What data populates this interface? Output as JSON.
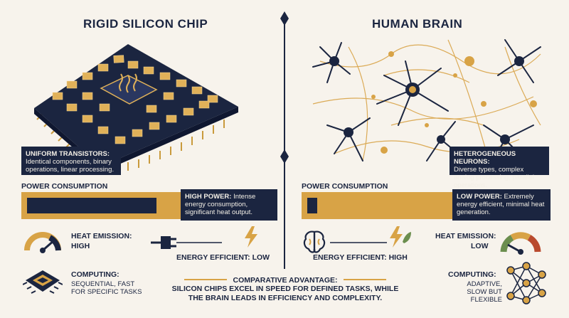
{
  "left": {
    "title": "RIGID SILICON CHIP",
    "desc_title": "UNIFORM TRANSISTORS:",
    "desc_text": "Identical components, binary operations, linear processing.",
    "power_label": "POWER CONSUMPTION",
    "power_box_title": "HIGH POWER:",
    "power_box_text": "Intense energy consumption, significant heat output.",
    "heat_title": "HEAT EMISSION:",
    "heat_value": "HIGH",
    "energy": "ENERGY EFFICIENT: LOW",
    "computing_title": "COMPUTING:",
    "computing_text": "SEQUENTIAL, FAST FOR SPECIFIC TASKS",
    "power_level": 0.9,
    "heat_level": 0.85
  },
  "right": {
    "title": "HUMAN BRAIN",
    "desc_title": "HETEROGENEOUS NEURONS:",
    "desc_text": "Diverse types, complex analog processing, parallel operations.",
    "power_label": "POWER CONSUMPTION",
    "power_box_title": "LOW POWER:",
    "power_box_text": "Extremely energy efficient, minimal heat generation.",
    "heat_title": "HEAT EMISSION:",
    "heat_value": "LOW",
    "energy": "ENERGY EFFICIENT: HIGH",
    "computing_title": "COMPUTING:",
    "computing_text": "ADAPTIVE, SLOW BUT FLEXIBLE",
    "power_level": 0.1,
    "heat_level": 0.2
  },
  "bottom": {
    "title": "COMPARATIVE ADVANTAGE:",
    "text": "SILICON CHIPS EXCEL IN SPEED FOR DEFINED TASKS, WHILE THE BRAIN LEADS IN EFFICIENCY AND COMPLEXITY."
  },
  "colors": {
    "navy": "#1b2540",
    "gold": "#d8a346",
    "cream": "#f7f3ec",
    "green": "#6b8e4e",
    "red": "#b94a2e"
  }
}
